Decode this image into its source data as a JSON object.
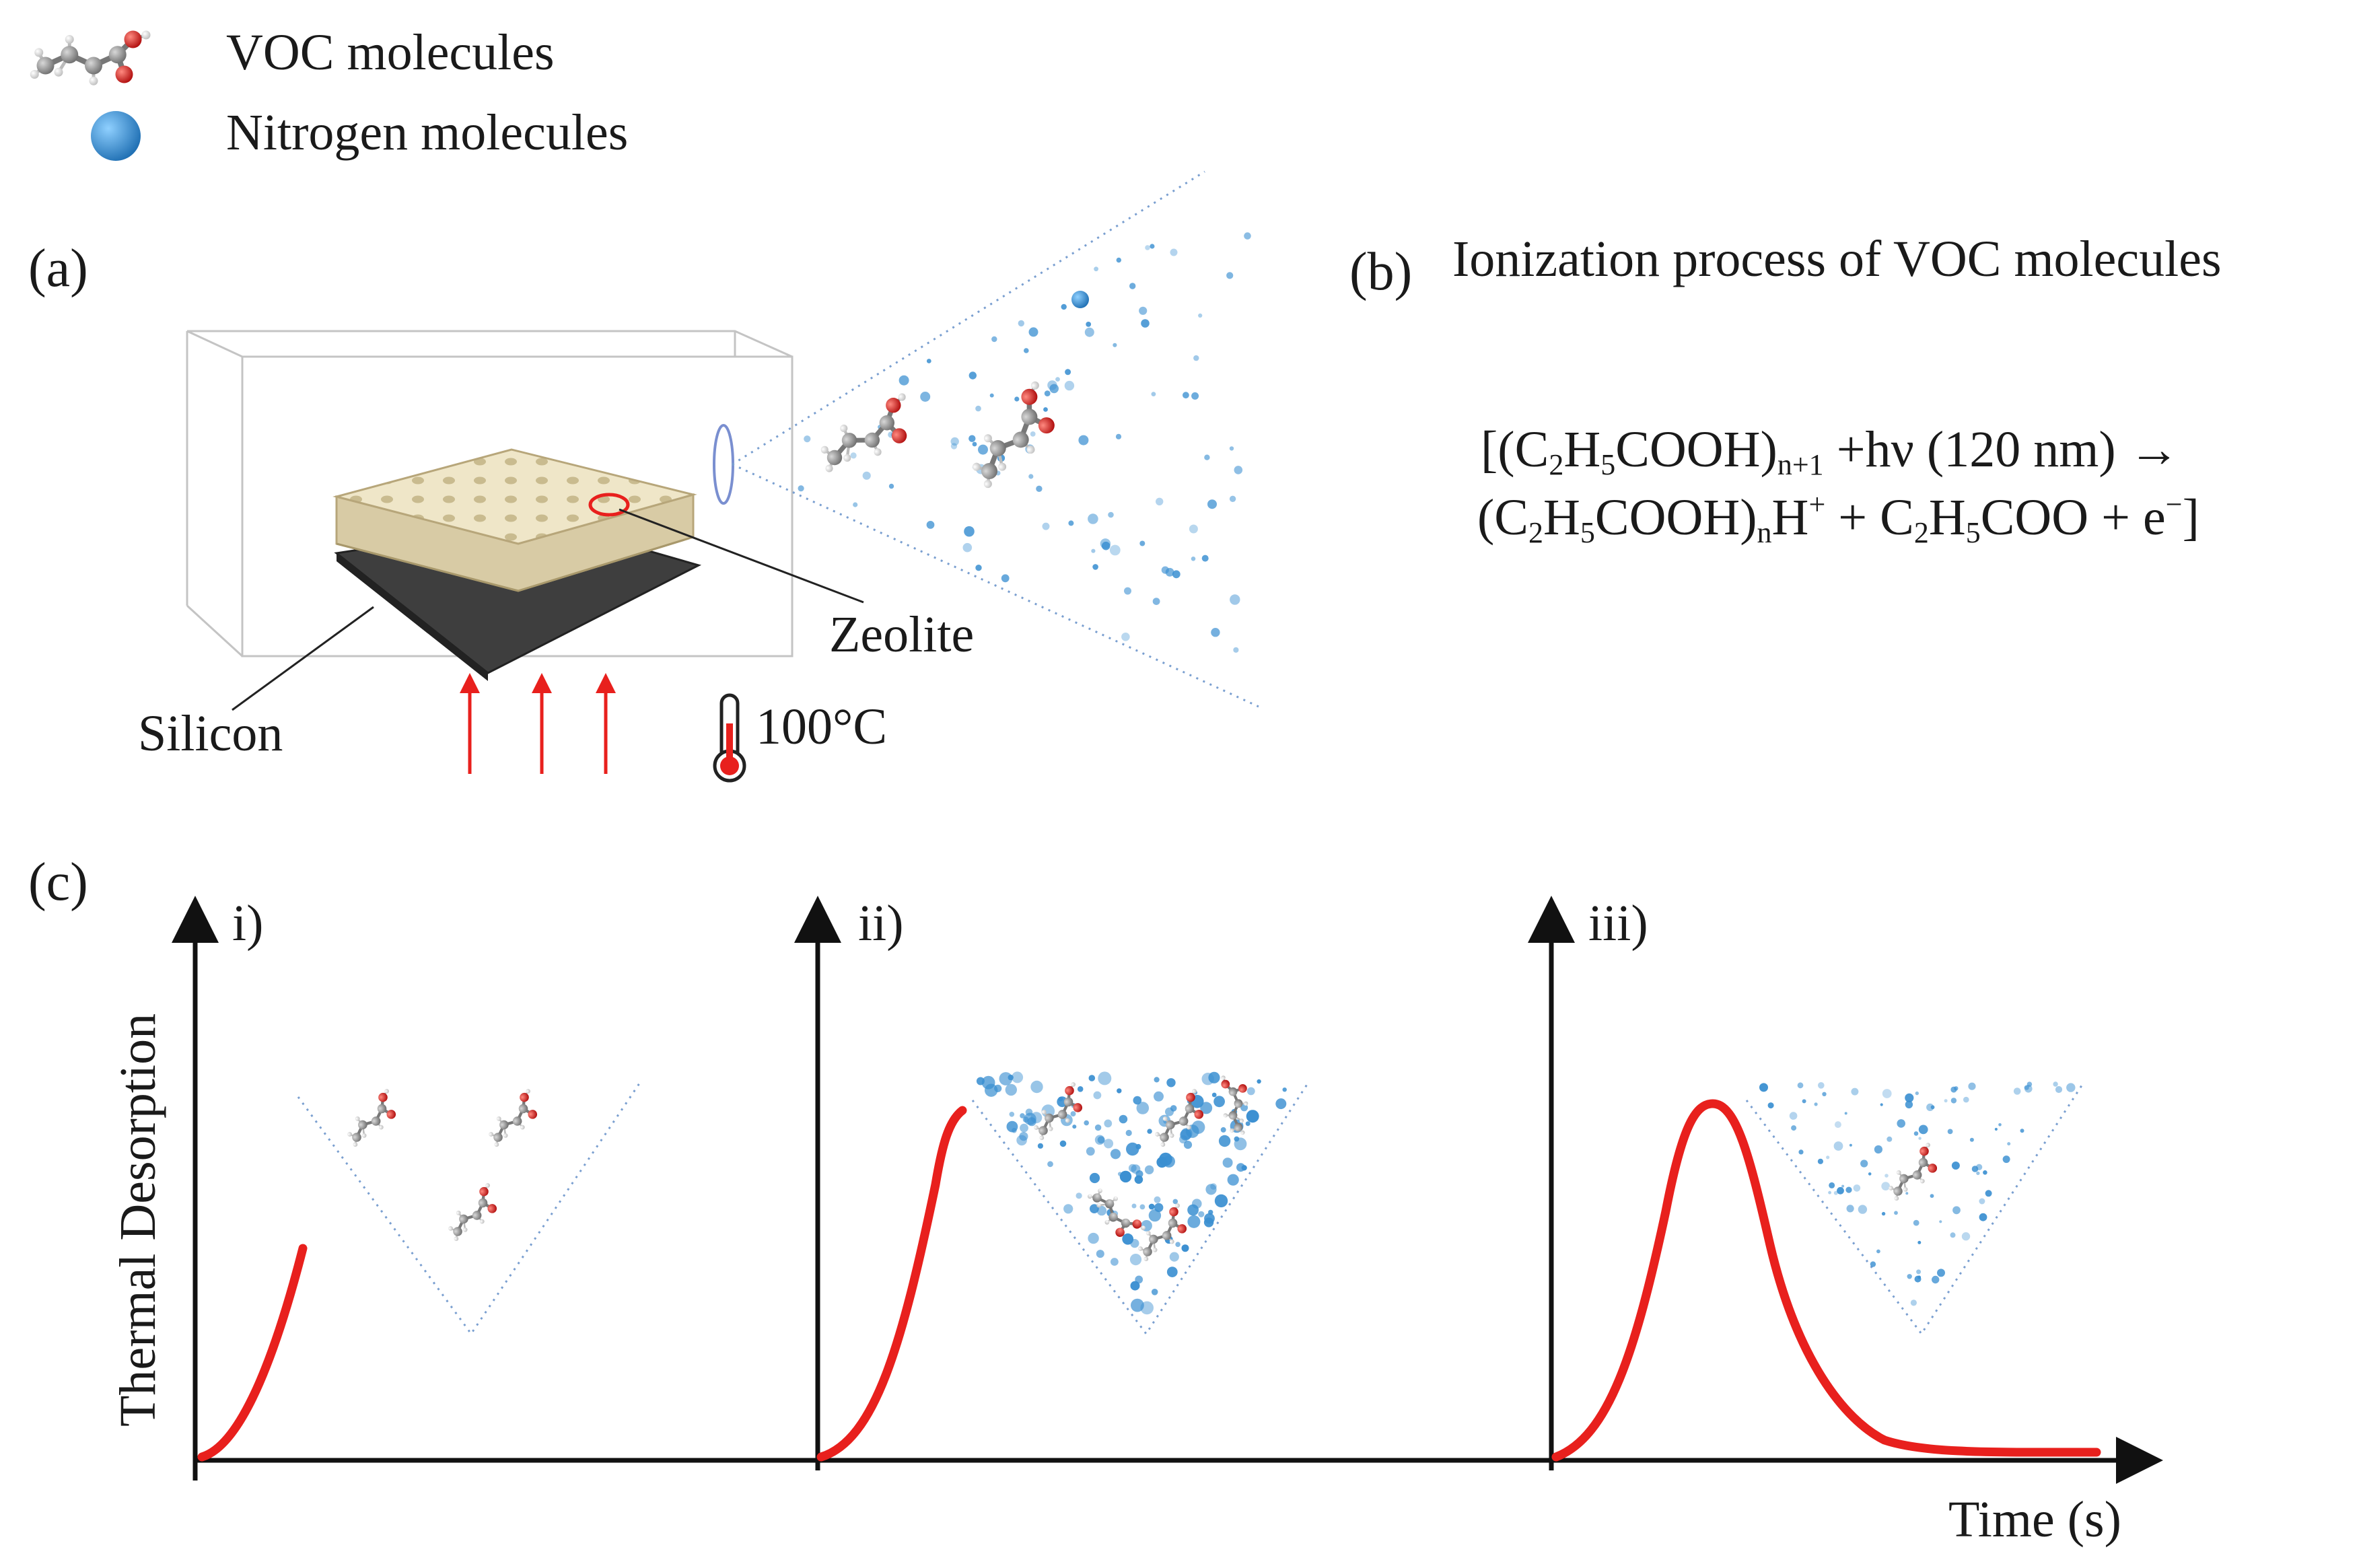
{
  "legend": {
    "voc": "VOC molecules",
    "nitrogen": "Nitrogen molecules"
  },
  "panel_a": {
    "label": "(a)",
    "zeolite": "Zeolite",
    "silicon": "Silicon",
    "temperature": "100°C"
  },
  "panel_b": {
    "label": "(b)",
    "title": "Ionization process of VOC molecules",
    "eq1": {
      "open": "[(C",
      "s1": "2",
      "h": "H",
      "s2": "5",
      "cooh": "COOH)",
      "s3": "n+1",
      "rest": " +hν (120 nm) →"
    },
    "eq2": {
      "open": "(C",
      "s1": "2",
      "h": "H",
      "s2": "5",
      "cooh": "COOH)",
      "s3": "n",
      "hplus": "H",
      "sup1": "+",
      "mid": " + C",
      "s4": "2",
      "h2": "H",
      "s5": "5",
      "coo": "COO + e",
      "sup2": "−",
      "close": "]"
    }
  },
  "panel_c": {
    "label": "(c)",
    "ylabel": "Thermal Desorption",
    "xlabel": "Time (s)",
    "stages": [
      "i)",
      "ii)",
      "iii)"
    ]
  },
  "colors": {
    "curve": "#e8201d",
    "arrow": "#e8201d",
    "nitrogen": "#3a8fd1",
    "cone": "#7a9fd0",
    "zeolite": "#efe6c8",
    "silicon": "#3e3e3e",
    "carbon": "#8c8c8c",
    "oxygen": "#d32020"
  }
}
